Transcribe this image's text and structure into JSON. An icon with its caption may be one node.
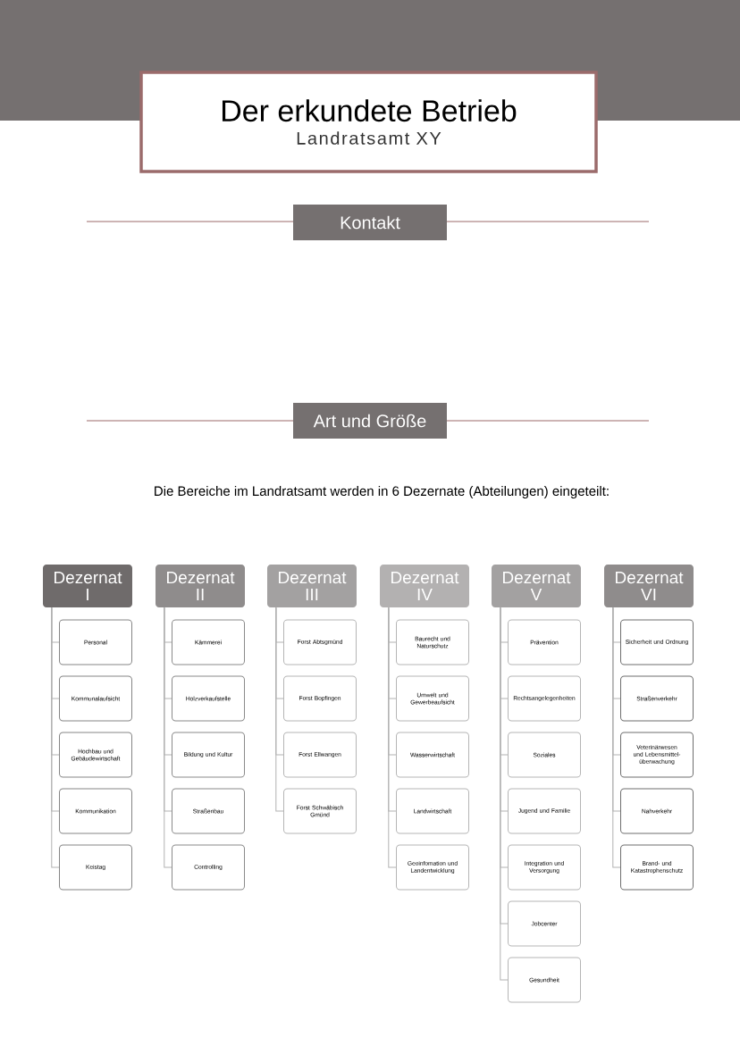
{
  "diagram": {
    "nodes": [
      {
        "text": [
          "Der erkundete Betrieb",
          "Landratsamt XY"
        ]
      },
      {
        "text": [
          "Kontakt"
        ]
      },
      {
        "text": [
          "Art und Größe"
        ]
      },
      {
        "text": [
          "Dezernat I"
        ]
      },
      {
        "text": [
          "Personal"
        ]
      },
      {
        "text": [
          "Kommunalaufsicht"
        ]
      },
      {
        "text": [
          "Hochbau und Gebäudewirtschaft"
        ]
      },
      {
        "text": [
          "Kommunikation"
        ]
      },
      {
        "text": [
          "Keistag"
        ]
      },
      {
        "text": [
          "Dezernat II"
        ]
      },
      {
        "text": [
          "Kämmerei"
        ]
      },
      {
        "text": [
          "Holzverkaufstelle"
        ]
      },
      {
        "text": [
          "Bildung und Kultur"
        ]
      },
      {
        "text": [
          "Straßenbau"
        ]
      },
      {
        "text": [
          "Controlling"
        ]
      },
      {
        "text": [
          "Dezernat III"
        ]
      },
      {
        "text": [
          "Forst Abtsgmünd"
        ]
      },
      {
        "text": [
          "Forst Bopfingen"
        ]
      },
      {
        "text": [
          "Forst Ellwangen"
        ]
      },
      {
        "text": [
          "Forst Schwäbisch Gmünd"
        ]
      },
      {
        "text": [
          "Dezernat IV"
        ]
      },
      {
        "text": [
          "Baurecht und Naturschutz"
        ]
      },
      {
        "text": [
          "Umwelt und Gewerbeaufsicht"
        ]
      },
      {
        "text": [
          "Wasserwirtschaft"
        ]
      },
      {
        "text": [
          "Landwirtschaft"
        ]
      },
      {
        "text": [
          "Geoinfomation und Landentwicklung"
        ]
      },
      {
        "text": [
          "Dezernat V"
        ]
      },
      {
        "text": [
          "Prävention"
        ]
      },
      {
        "text": [
          "Rechtsangelegenheiten"
        ]
      },
      {
        "text": [
          "Soziales"
        ]
      },
      {
        "text": [
          "Jugend und Familie"
        ]
      },
      {
        "text": [
          "Integration und Versorgung"
        ]
      },
      {
        "text": [
          "Jobcenter"
        ]
      },
      {
        "text": [
          "Gesundheit"
        ]
      },
      {
        "text": [
          "Dezernat VI"
        ]
      },
      {
        "text": [
          "Sicherheit und Ordnung"
        ]
      },
      {
        "text": [
          "Straßenverkehr"
        ]
      },
      {
        "text": [
          "Veterinärwesen und Lebensmittel-überwachung"
        ]
      },
      {
        "text": [
          "Nahverkehr"
        ]
      },
      {
        "text": [
          "Brand- und Katastrophenschutz"
        ]
      }
    ],
    "edges": [
      {
        "from": 3,
        "to": 4,
        "arrow": "none"
      },
      {
        "from": 3,
        "to": 5,
        "arrow": "none"
      },
      {
        "from": 3,
        "to": 6,
        "arrow": "none"
      },
      {
        "from": 3,
        "to": 7,
        "arrow": "none"
      },
      {
        "from": 3,
        "to": 8,
        "arrow": "none"
      },
      {
        "from": 9,
        "to": 10,
        "arrow": "none"
      },
      {
        "from": 9,
        "to": 11,
        "arrow": "none"
      },
      {
        "from": 9,
        "to": 12,
        "arrow": "none"
      },
      {
        "from": 9,
        "to": 13,
        "arrow": "none"
      },
      {
        "from": 9,
        "to": 14,
        "arrow": "none"
      },
      {
        "from": 15,
        "to": 16,
        "arrow": "none"
      },
      {
        "from": 15,
        "to": 17,
        "arrow": "none"
      },
      {
        "from": 15,
        "to": 18,
        "arrow": "none"
      },
      {
        "from": 15,
        "to": 19,
        "arrow": "none"
      },
      {
        "from": 20,
        "to": 21,
        "arrow": "none"
      },
      {
        "from": 20,
        "to": 22,
        "arrow": "none"
      },
      {
        "from": 20,
        "to": 23,
        "arrow": "none"
      },
      {
        "from": 20,
        "to": 24,
        "arrow": "none"
      },
      {
        "from": 20,
        "to": 25,
        "arrow": "none"
      },
      {
        "from": 26,
        "to": 27,
        "arrow": "none"
      },
      {
        "from": 26,
        "to": 28,
        "arrow": "none"
      },
      {
        "from": 26,
        "to": 29,
        "arrow": "none"
      },
      {
        "from": 26,
        "to": 30,
        "arrow": "none"
      },
      {
        "from": 26,
        "to": 31,
        "arrow": "none"
      },
      {
        "from": 26,
        "to": 32,
        "arrow": "none"
      },
      {
        "from": 26,
        "to": 33,
        "arrow": "none"
      },
      {
        "from": 34,
        "to": 35,
        "arrow": "none"
      },
      {
        "from": 34,
        "to": 36,
        "arrow": "none"
      },
      {
        "from": 34,
        "to": 37,
        "arrow": "none"
      },
      {
        "from": 34,
        "to": 38,
        "arrow": "none"
      },
      {
        "from": 34,
        "to": 39,
        "arrow": "none"
      }
    ],
    "labels": [
      "Die Bereiche im Landratsamt werden in 6 Dezernate (Abteilungen) eingeteilt:"
    ]
  }
}
